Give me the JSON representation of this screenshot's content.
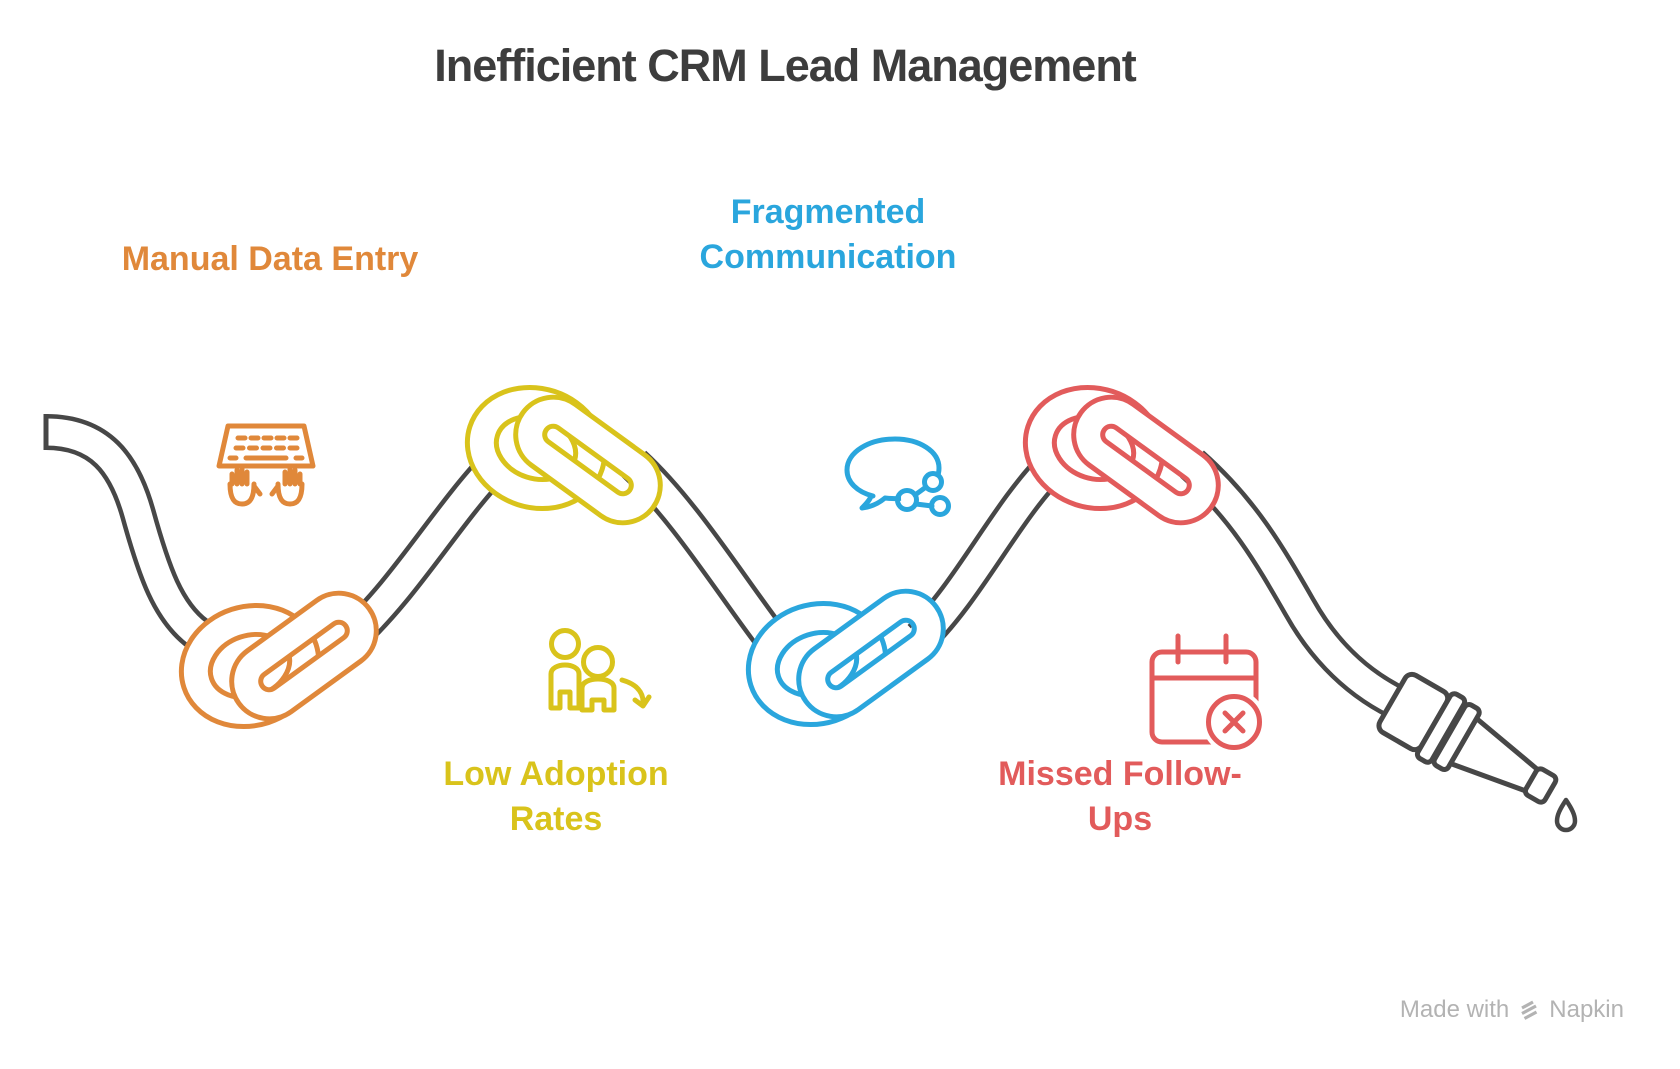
{
  "title": "Inefficient CRM Lead Management",
  "items": [
    {
      "id": "manual-data-entry",
      "label": "Manual Data Entry",
      "color": "#E0883A",
      "icon": "keyboard-typing-icon"
    },
    {
      "id": "low-adoption-rates",
      "label": "Low Adoption\nRates",
      "color": "#D9C31B",
      "icon": "declining-users-icon"
    },
    {
      "id": "fragmented-communication",
      "label": "Fragmented\nCommunication",
      "color": "#2AA6DD",
      "icon": "chat-share-icon"
    },
    {
      "id": "missed-follow-ups",
      "label": "Missed Follow-\nUps",
      "color": "#E25B5B",
      "icon": "calendar-cancel-icon"
    }
  ],
  "hose_color": "#474747",
  "watermark": {
    "prefix": "Made with",
    "brand": "Napkin"
  }
}
